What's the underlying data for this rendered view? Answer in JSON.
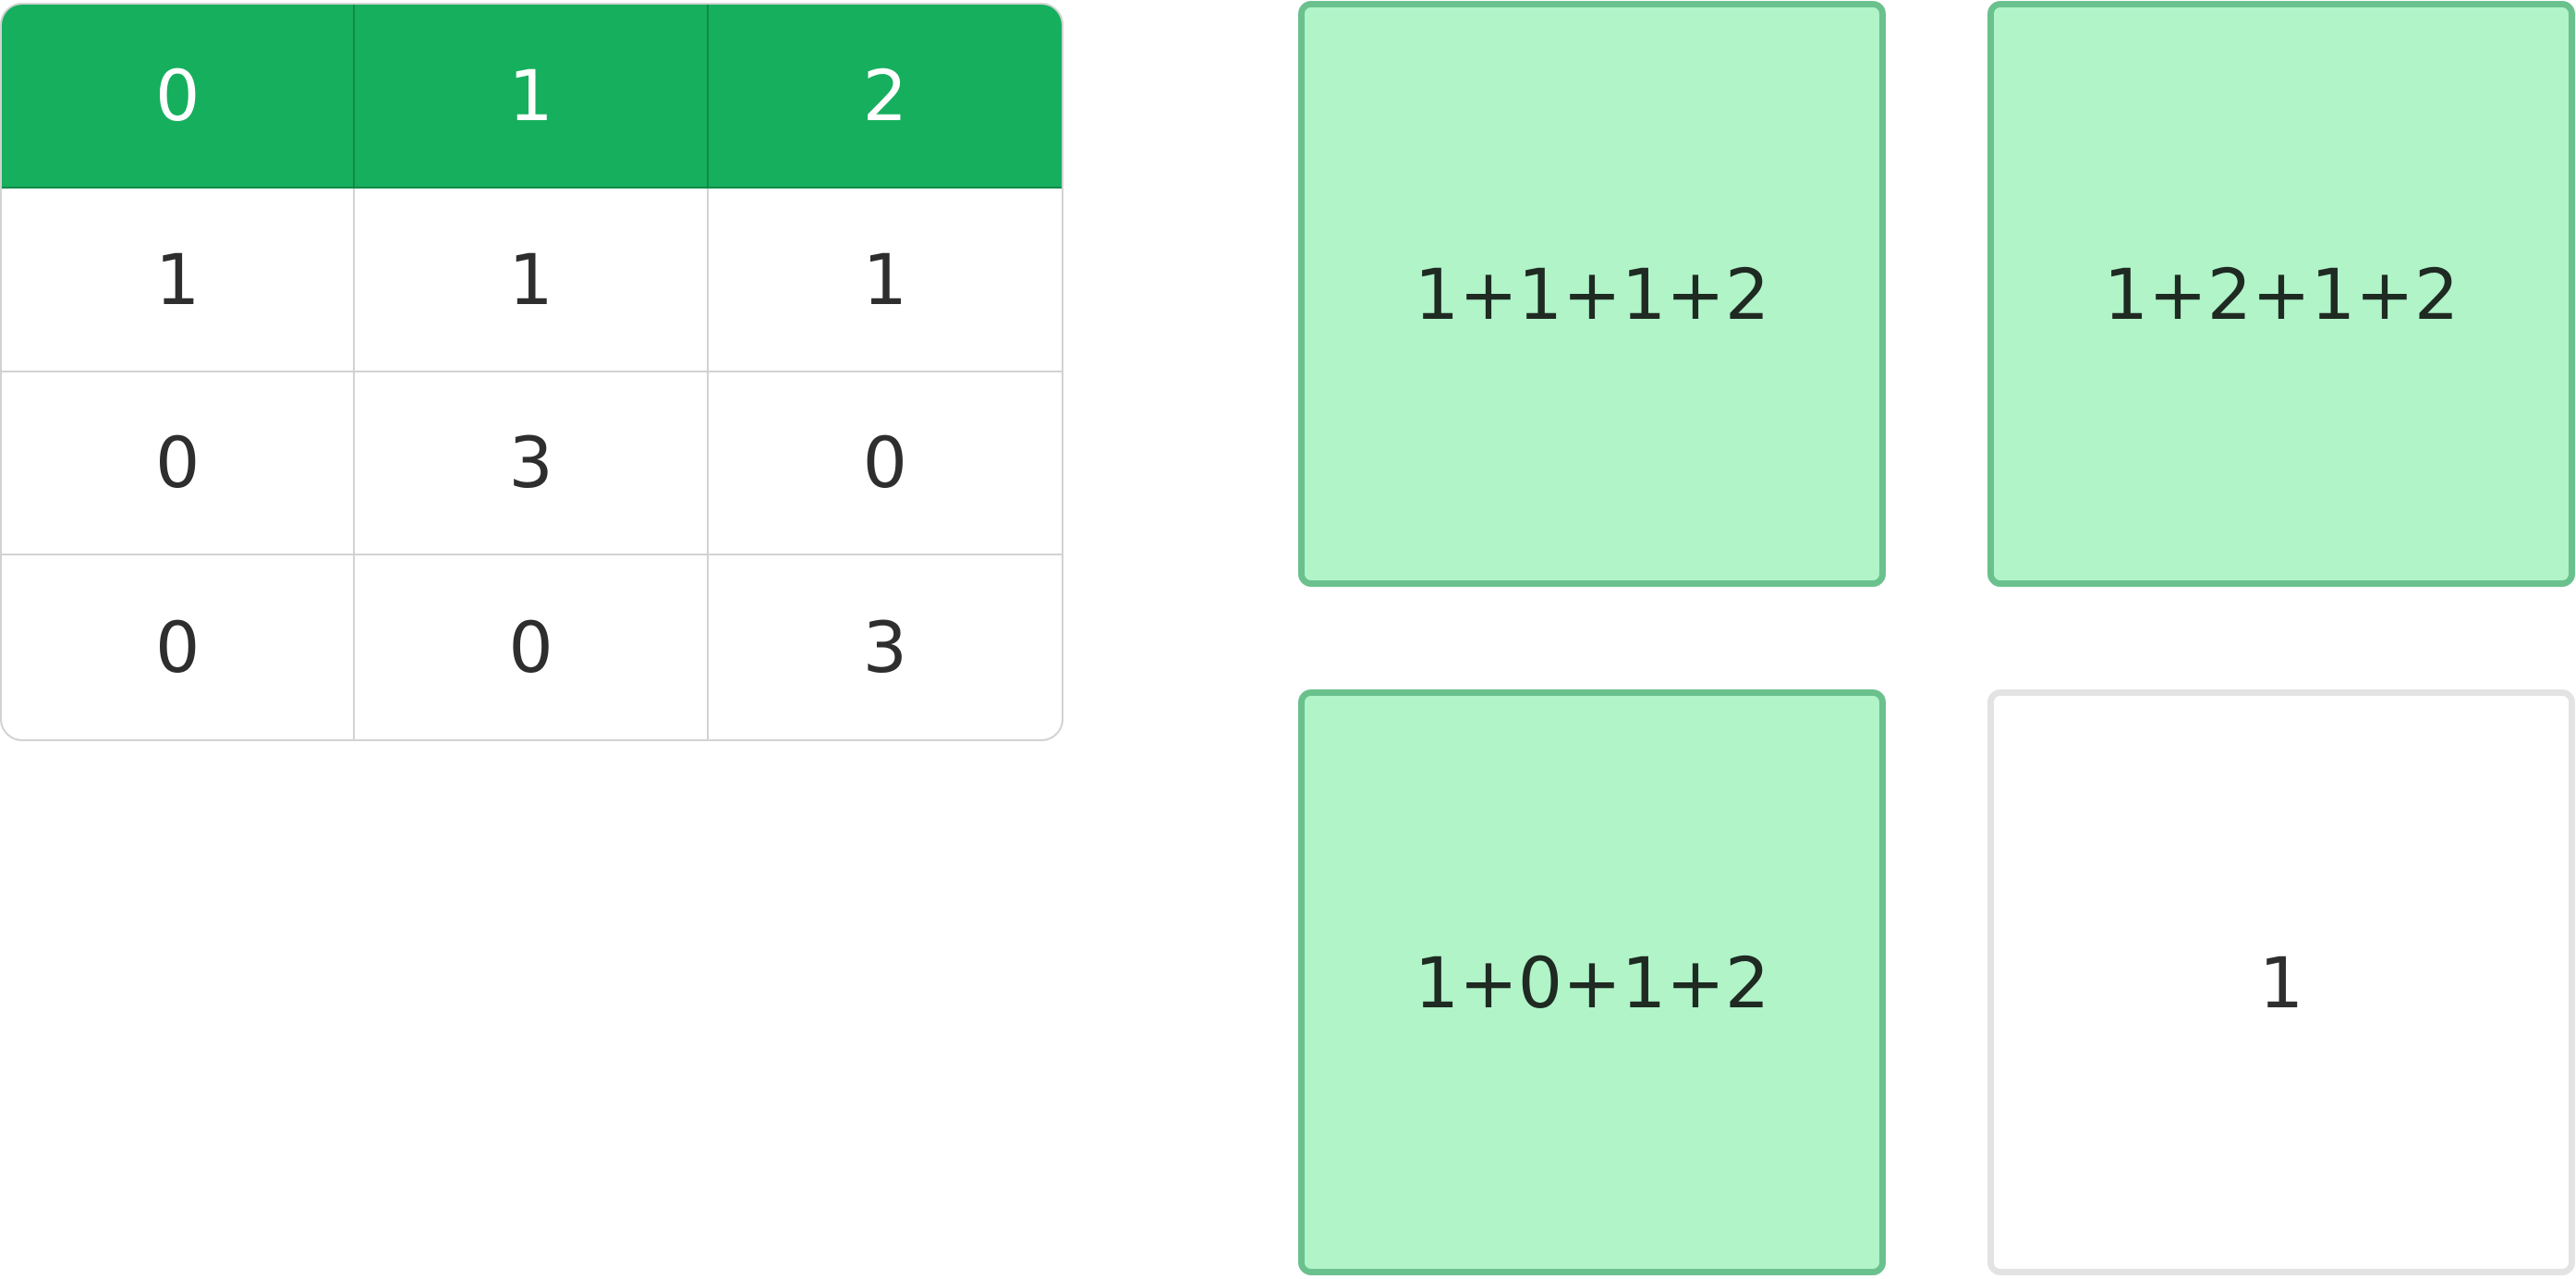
{
  "table": {
    "header": [
      "0",
      "1",
      "2"
    ],
    "rows": [
      [
        "1",
        "1",
        "1"
      ],
      [
        "0",
        "3",
        "0"
      ],
      [
        "0",
        "0",
        "3"
      ]
    ]
  },
  "cards": [
    {
      "label": "1+1+1+2",
      "highlighted": true
    },
    {
      "label": "1+2+1+2",
      "highlighted": true
    },
    {
      "label": "1+0+1+2",
      "highlighted": true
    },
    {
      "label": "1",
      "highlighted": false
    }
  ],
  "colors": {
    "header_bg": "#16af5e",
    "card_fill": "#b0f4c8",
    "card_border": "#6ac18d",
    "plain_border": "#e3e3e3"
  }
}
